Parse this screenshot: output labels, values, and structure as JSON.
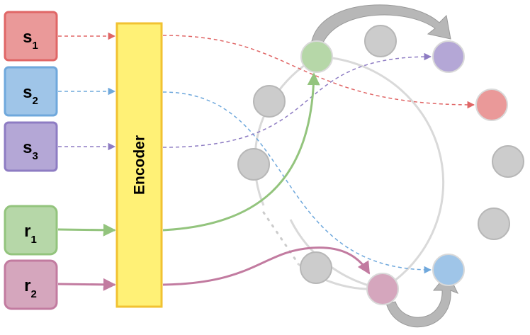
{
  "encoder": {
    "label": "Encoder"
  },
  "inputs": [
    {
      "id": "s1",
      "base": "s",
      "sub": "1",
      "fill": "#ea9999",
      "stroke": "#e06666"
    },
    {
      "id": "s2",
      "base": "s",
      "sub": "2",
      "fill": "#9fc5e8",
      "stroke": "#6fa8dc"
    },
    {
      "id": "s3",
      "base": "s",
      "sub": "3",
      "fill": "#b4a7d6",
      "stroke": "#8e7cc3"
    },
    {
      "id": "r1",
      "base": "r",
      "sub": "1",
      "fill": "#b6d7a8",
      "stroke": "#93c47d"
    },
    {
      "id": "r2",
      "base": "r",
      "sub": "2",
      "fill": "#d5a6bd",
      "stroke": "#c27ba0"
    }
  ],
  "colors": {
    "encoder_fill": "#fff176",
    "encoder_stroke": "#f1c232",
    "ring_stroke": "#d9d9d9",
    "ring_node_fill": "#cccccc",
    "ring_node_stroke": "#b7b7b7",
    "green_node": "#b6d7a8",
    "purple_node": "#b4a7d6",
    "red_node": "#ea9999",
    "blue_node": "#9fc5e8",
    "pink_node": "#d5a6bd",
    "curved_arrow_fill": "#b7b7b7"
  }
}
